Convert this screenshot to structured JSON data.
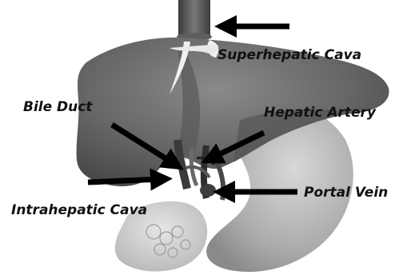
{
  "labels": {
    "superhepatic_cava": "Superhepatic Cava",
    "bile_duct": "Bile Duct",
    "hepatic_artery": "Hepatic Artery",
    "intrahepatic_cava": "Intrahepatic Cava",
    "portal_vein": "Portal Vein"
  },
  "colors": {
    "liver_dark": "#5a5a5a",
    "liver_mid": "#7c7c7c",
    "stomach": "#b8b8b8",
    "pancreas": "#d0d0d0",
    "ligament": "#efefef",
    "arrow": "#000000"
  }
}
